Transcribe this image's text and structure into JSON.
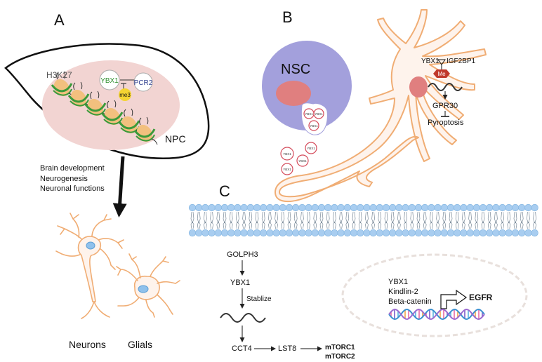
{
  "panels": {
    "a": {
      "letter": "A",
      "cell_label": "NPC",
      "histone_mark": "H3K27",
      "ybx1": "YBX1",
      "pcr2": "PCR2",
      "methyl": "me3",
      "roles": [
        "Brain development",
        "Neurogenesis",
        "Neuronal functions"
      ],
      "neurons_label": "Neurons",
      "glials_label": "Glials"
    },
    "b": {
      "letter": "B",
      "nsc_label": "NSC",
      "vesicle_label": "YBX1",
      "ybx1": "YBX1",
      "igf2bp1": "IGF2BP1",
      "me": "Me",
      "gpr30": "GPR30",
      "pyroptosis": "Pyroptosis"
    },
    "c": {
      "letter": "C",
      "golph3": "GOLPH3",
      "ybx1": "YBX1",
      "stabilize": "Stablize",
      "cct4": "CCT4",
      "lst8": "LST8",
      "mtorc1": "mTORC1",
      "mtorc2": "mTORC2",
      "nucleus_factors": [
        "YBX1",
        "Kindlin-2",
        "Beta-catenin"
      ],
      "egfr": "EGFR"
    }
  },
  "colors": {
    "npc_fill": "#f2d4d2",
    "nsc_fill": "#a3a0dc",
    "nucleus_fill": "#e07f7f",
    "neuron_stroke": "#f0ad74",
    "neuron_fill": "#fef3ec",
    "membrane_head": "#a8cdf0",
    "histone": "#f2c07e",
    "dna_green": "#3a9a3a",
    "ybx1_green": "#2f8f2f",
    "pcr2_blue": "#2f3f8f",
    "me3_yellow": "#f5d432",
    "me_hex": "#c0392b",
    "vesicle_stroke": "#d44a5a"
  }
}
